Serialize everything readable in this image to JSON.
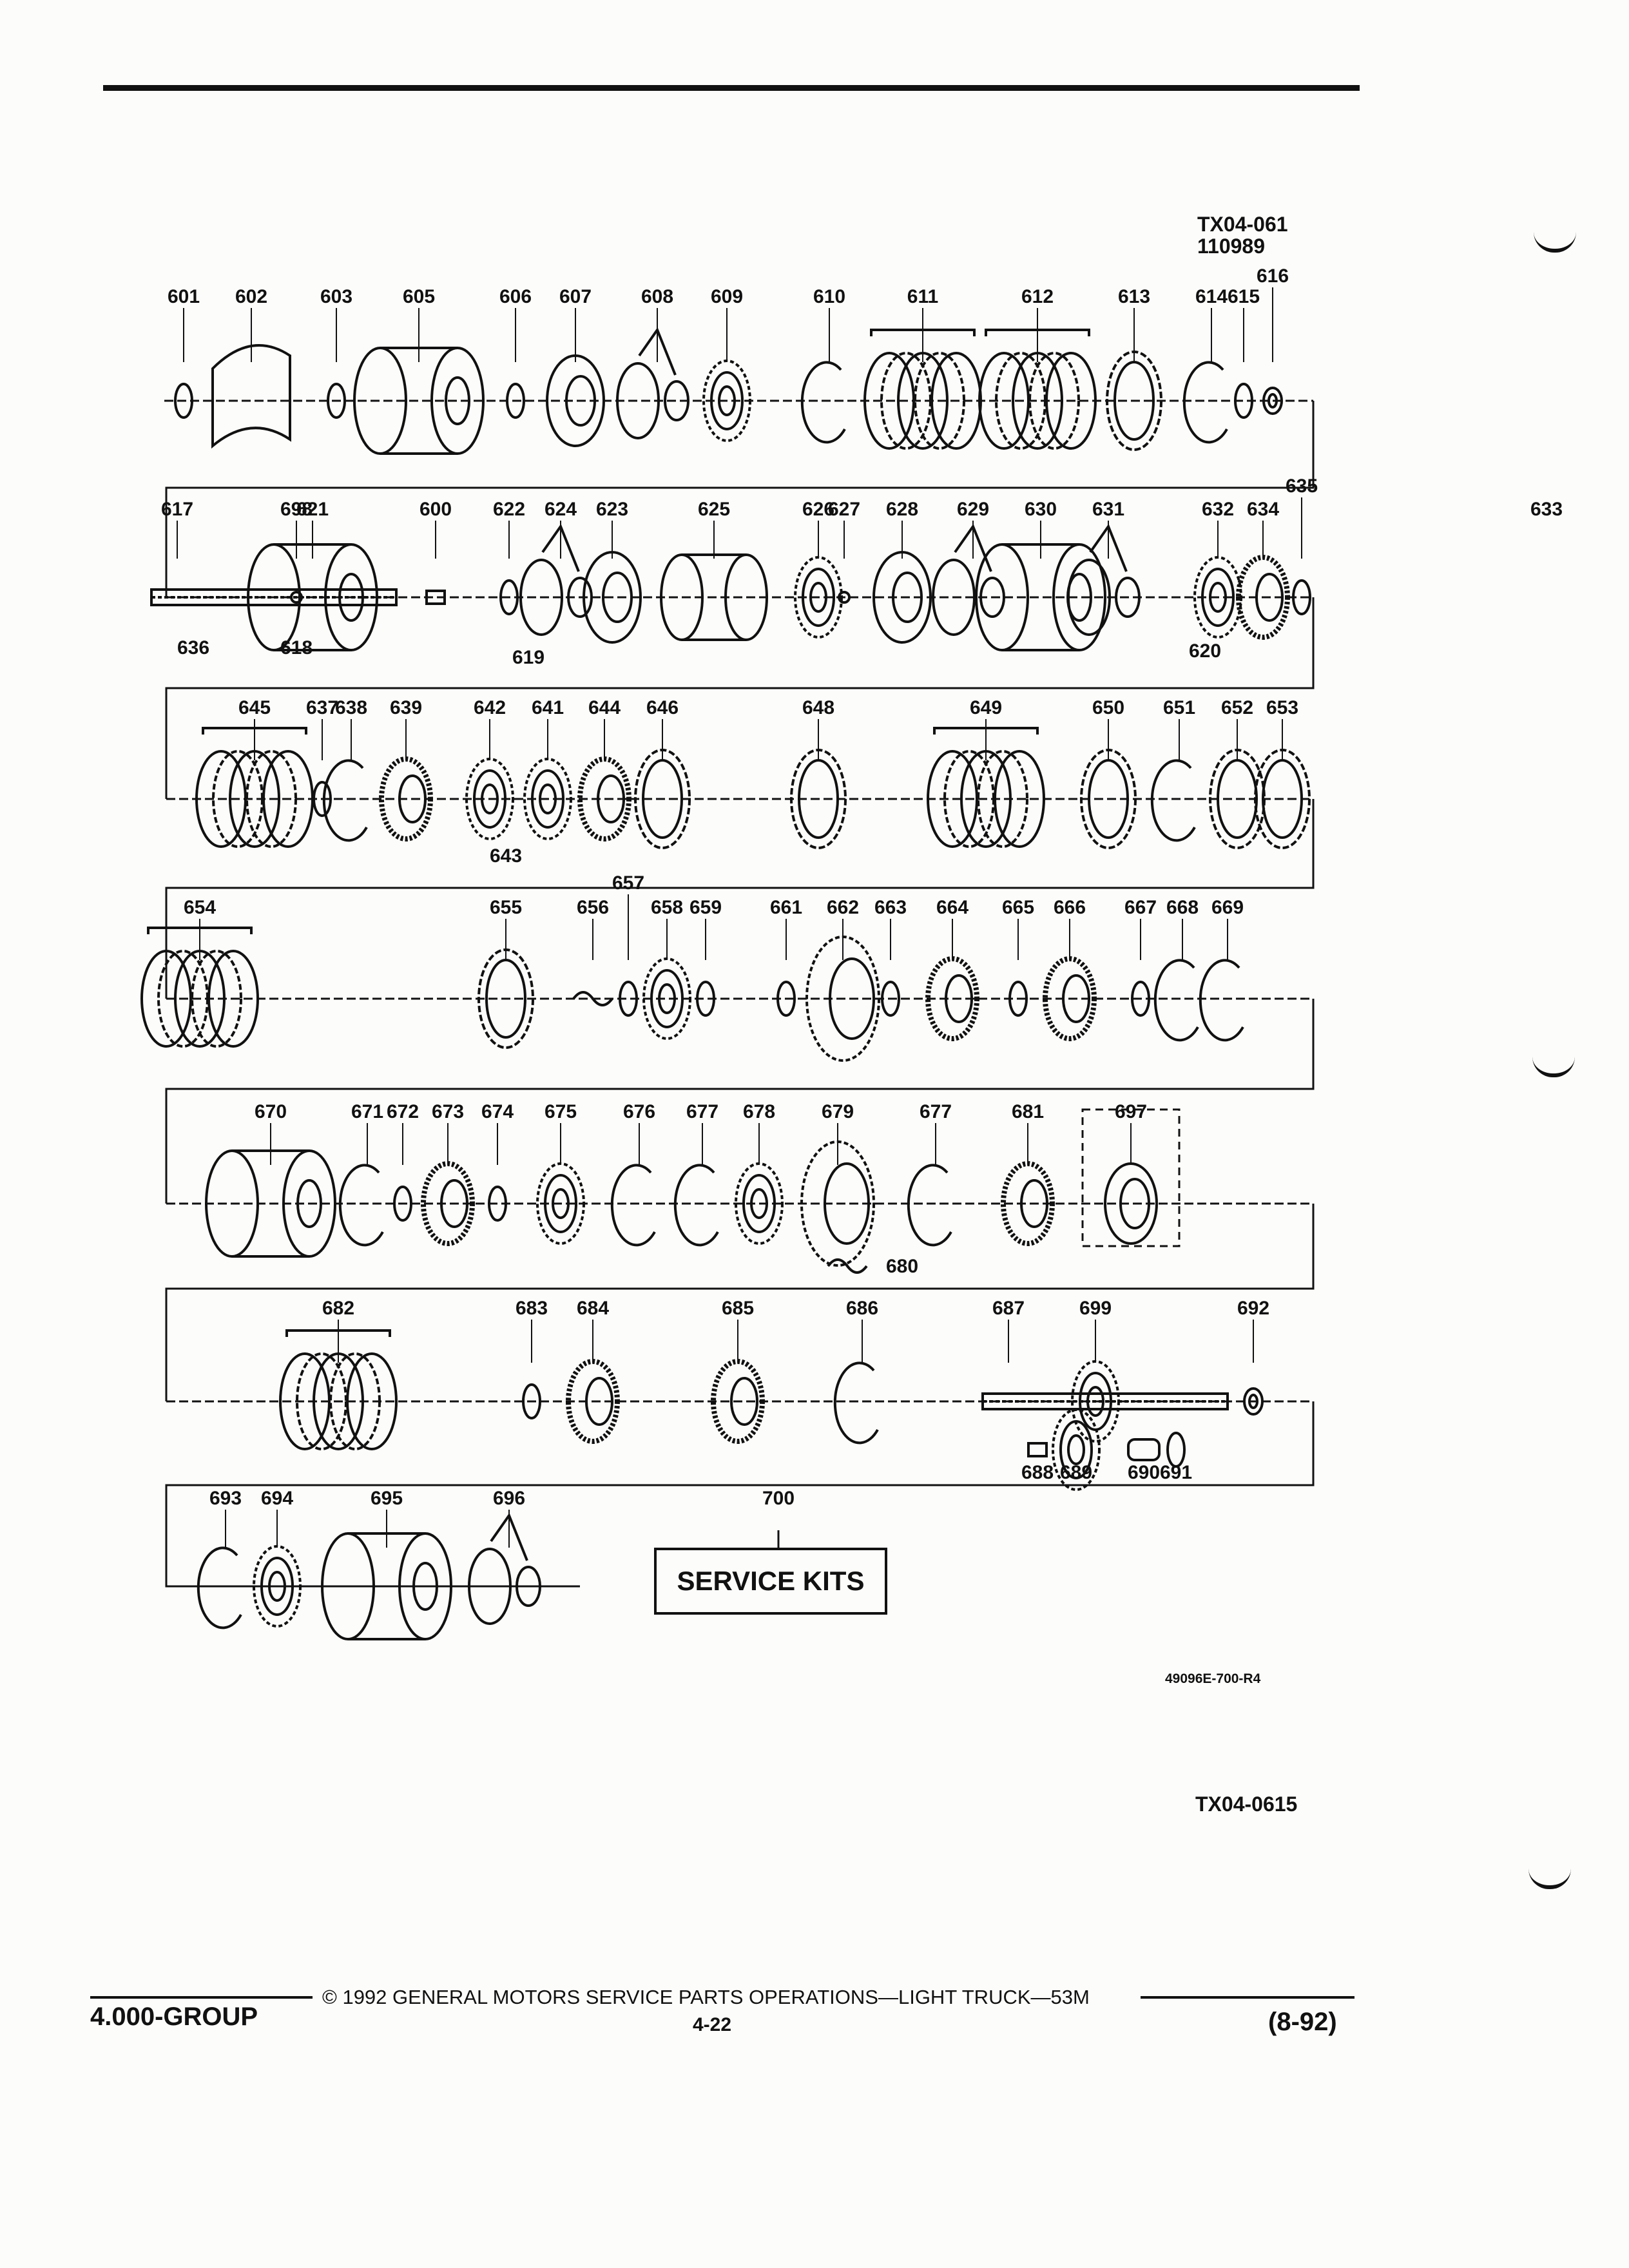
{
  "header": {
    "ref_code_1": "TX04-061",
    "ref_code_2": "110989"
  },
  "rows": [
    {
      "parts": [
        {
          "label": "601",
          "shape": "ring"
        },
        {
          "label": "602",
          "shape": "band"
        },
        {
          "label": "603",
          "shape": "ring"
        },
        {
          "label": "605",
          "shape": "housing"
        },
        {
          "label": "606",
          "shape": "ring"
        },
        {
          "label": "607",
          "shape": "piston"
        },
        {
          "label": "608",
          "shape": "seals"
        },
        {
          "label": "609",
          "shape": "bearing"
        },
        {
          "label": "610",
          "shape": "snapring"
        },
        {
          "label": "611",
          "shape": "plates"
        },
        {
          "label": "612",
          "shape": "plates"
        },
        {
          "label": "613",
          "shape": "plate"
        },
        {
          "label": "614",
          "shape": "snapring"
        },
        {
          "label": "615",
          "shape": "ring"
        },
        {
          "label": "616",
          "shape": "washer"
        }
      ]
    },
    {
      "parts": [
        {
          "label": "617",
          "shape": "shaft"
        },
        {
          "label": "698",
          "shape": "ball"
        },
        {
          "label": "621",
          "shape": "housing"
        },
        {
          "label": "600",
          "shape": "clip"
        },
        {
          "label": "622",
          "shape": "ring"
        },
        {
          "label": "624",
          "shape": "seals"
        },
        {
          "label": "623",
          "shape": "piston"
        },
        {
          "label": "625",
          "shape": "cage"
        },
        {
          "label": "626",
          "shape": "bearing"
        },
        {
          "label": "627",
          "shape": "ball"
        },
        {
          "label": "628",
          "shape": "piston"
        },
        {
          "label": "629",
          "shape": "seals"
        },
        {
          "label": "630",
          "shape": "housing"
        },
        {
          "label": "631",
          "shape": "seals"
        },
        {
          "label": "632",
          "shape": "bearing"
        },
        {
          "label": "634",
          "shape": "gear"
        },
        {
          "label": "635",
          "shape": "ring"
        },
        {
          "label": "636",
          "shape": "washer"
        },
        {
          "label": "618",
          "shape": "ring"
        },
        {
          "label": "619",
          "shape": "rings"
        },
        {
          "label": "620",
          "shape": "ring"
        },
        {
          "label": "633",
          "shape": "ball"
        }
      ]
    },
    {
      "parts": [
        {
          "label": "645",
          "shape": "plates"
        },
        {
          "label": "637",
          "shape": "ring"
        },
        {
          "label": "638",
          "shape": "snapring"
        },
        {
          "label": "639",
          "shape": "gear"
        },
        {
          "label": "642",
          "shape": "bearing"
        },
        {
          "label": "641",
          "shape": "bearing"
        },
        {
          "label": "644",
          "shape": "gear"
        },
        {
          "label": "646",
          "shape": "plate"
        },
        {
          "label": "643",
          "shape": "ring"
        },
        {
          "label": "648",
          "shape": "plate"
        },
        {
          "label": "649",
          "shape": "plates"
        },
        {
          "label": "650",
          "shape": "plate"
        },
        {
          "label": "651",
          "shape": "snapring"
        },
        {
          "label": "652",
          "shape": "plate"
        },
        {
          "label": "653",
          "shape": "plate"
        }
      ]
    },
    {
      "parts": [
        {
          "label": "654",
          "shape": "plates"
        },
        {
          "label": "655",
          "shape": "plate"
        },
        {
          "label": "656",
          "shape": "spring"
        },
        {
          "label": "657",
          "shape": "ring"
        },
        {
          "label": "658",
          "shape": "bearing"
        },
        {
          "label": "659",
          "shape": "ring"
        },
        {
          "label": "661",
          "shape": "ring"
        },
        {
          "label": "662",
          "shape": "carrier"
        },
        {
          "label": "663",
          "shape": "ring"
        },
        {
          "label": "664",
          "shape": "gear"
        },
        {
          "label": "665",
          "shape": "ring"
        },
        {
          "label": "666",
          "shape": "gear"
        },
        {
          "label": "667",
          "shape": "ring"
        },
        {
          "label": "668",
          "shape": "snapring"
        },
        {
          "label": "669",
          "shape": "snapring"
        }
      ]
    },
    {
      "parts": [
        {
          "label": "670",
          "shape": "housing"
        },
        {
          "label": "671",
          "shape": "snapring"
        },
        {
          "label": "672",
          "shape": "ring"
        },
        {
          "label": "673",
          "shape": "gear"
        },
        {
          "label": "674",
          "shape": "ring"
        },
        {
          "label": "675",
          "shape": "bearing"
        },
        {
          "label": "676",
          "shape": "snapring"
        },
        {
          "label": "677",
          "shape": "snapring"
        },
        {
          "label": "678",
          "shape": "bearing"
        },
        {
          "label": "679",
          "shape": "carrier"
        },
        {
          "label": "677",
          "shape": "snapring"
        },
        {
          "label": "681",
          "shape": "gear"
        },
        {
          "label": "697",
          "shape": "seal"
        },
        {
          "label": "680",
          "shape": "spring"
        }
      ]
    },
    {
      "parts": [
        {
          "label": "682",
          "shape": "plates"
        },
        {
          "label": "683",
          "shape": "ring"
        },
        {
          "label": "684",
          "shape": "gear"
        },
        {
          "label": "685",
          "shape": "gear"
        },
        {
          "label": "686",
          "shape": "snapring"
        },
        {
          "label": "687",
          "shape": "shaft"
        },
        {
          "label": "699",
          "shape": "bearing"
        },
        {
          "label": "692",
          "shape": "washer"
        },
        {
          "label": "688",
          "shape": "clip"
        },
        {
          "label": "689",
          "shape": "bearing"
        },
        {
          "label": "690",
          "shape": "bushing"
        },
        {
          "label": "691",
          "shape": "ring"
        }
      ]
    },
    {
      "parts": [
        {
          "label": "693",
          "shape": "snapring"
        },
        {
          "label": "694",
          "shape": "bearing"
        },
        {
          "label": "695",
          "shape": "housing"
        },
        {
          "label": "696",
          "shape": "seals"
        },
        {
          "label": "700",
          "shape": "kit"
        }
      ]
    }
  ],
  "service_kits": "SERVICE KITS",
  "figure_code": "49096E-700-R4",
  "figure_id": "TX04-0615",
  "footer": {
    "copyright": "© 1992 GENERAL MOTORS SERVICE PARTS OPERATIONS—LIGHT TRUCK—53M",
    "group": "4.000-GROUP",
    "page": "4-22",
    "revision": "(8-92)"
  }
}
